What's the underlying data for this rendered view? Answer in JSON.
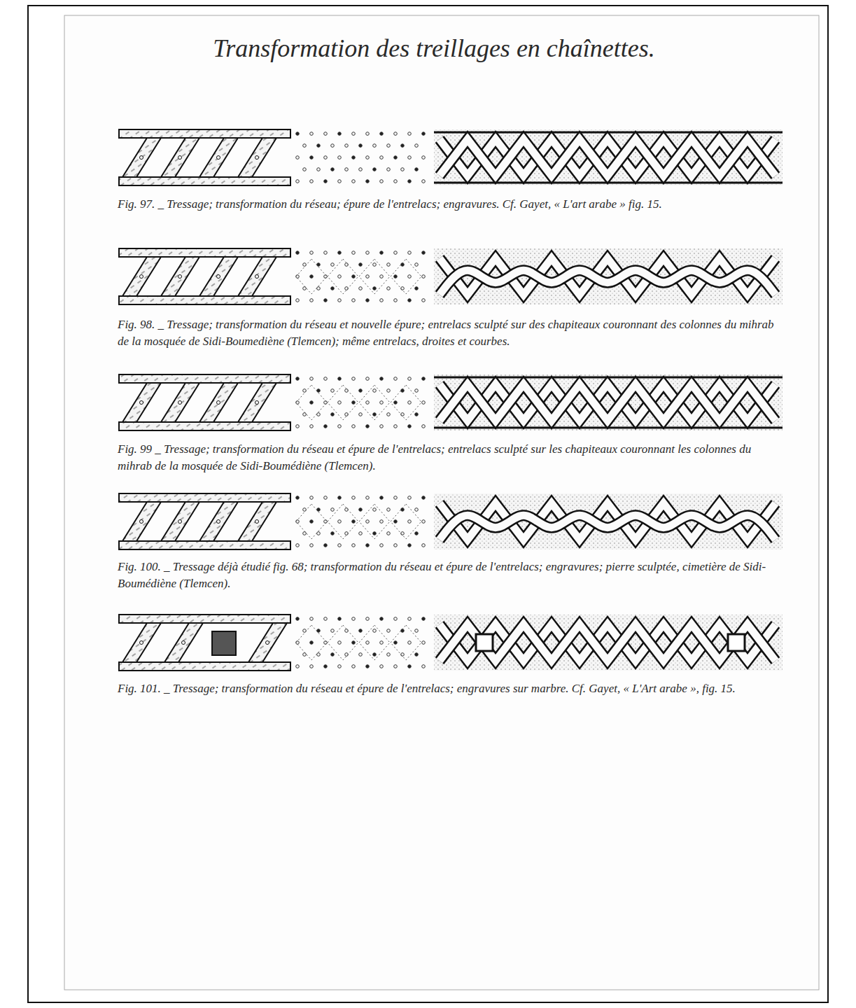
{
  "diagram": {
    "title": "Transformation des treillages en chaînettes.",
    "labels": [
      "Fig. 97. _ Tressage; transformation du réseau; épure de l'entrelacs; engravures. Cf. Gayet, « L'art arabe » fig. 15.",
      "Fig. 98. _ Tressage; transformation du réseau et nouvelle épure; entrelacs sculpté sur des chapiteaux couronnant des colonnes du mihrab de la mosquée de Sidi-Boumediène (Tlemcen); même entrelacs, droites et courbes.",
      "Fig. 99 _ Tressage; transformation du réseau et épure de l'entrelacs; entrelacs sculpté sur les chapiteaux couronnant les colonnes du mihrab de la mosquée de Sidi-Boumédiène (Tlemcen).",
      "Fig. 100. _ Tressage déjà étudié fig. 68; transformation du réseau et épure de l'entrelacs; engravures; pierre sculptée, cimetière de Sidi-Boumédiène (Tlemcen).",
      "Fig. 101. _ Tressage; transformation du réseau et épure de l'entrelacs; engravures sur marbre. Cf. Gayet, « L'Art arabe », fig. 15."
    ]
  }
}
